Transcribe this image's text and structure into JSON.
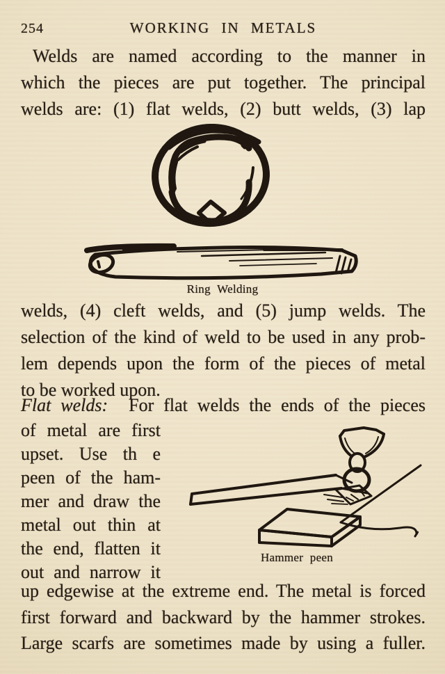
{
  "page": {
    "number": "254",
    "header": "WORKING IN METALS"
  },
  "colors": {
    "paper": "#eee3c8",
    "ink": "#281f16",
    "illustration_line": "#1f1710"
  },
  "paragraph1": {
    "lines": [
      "Welds are named according to the manner in",
      "which the pieces are put together.  The principal",
      "welds are: (1) flat welds, (2) butt welds, (3) lap"
    ]
  },
  "figure_ring": {
    "caption": "Ring Welding",
    "depicts": "ring-with-weld-scarf-and-bar-stock"
  },
  "paragraph2": {
    "lines": [
      "welds, (4) cleft welds, and (5) jump welds.  The",
      "selection of the kind of weld to be used in any prob-",
      "lem depends upon the form of the pieces of metal",
      "to be worked upon."
    ]
  },
  "paragraph3": {
    "lead_italic": "Flat welds:",
    "lead_rest": "For flat welds the ends of the pieces",
    "left_column_lines": [
      "of metal are first",
      "upset.  Use th e",
      "peen of the ham-",
      "mer and draw the",
      "metal out thin at",
      "the end, flatten it",
      "out and narrow it"
    ],
    "bottom_lines": [
      "up edgewise at the extreme end.  The metal is forced",
      "first forward and backward by the hammer strokes.",
      "Large scarfs are sometimes made by using a fuller."
    ]
  },
  "figure_hammer": {
    "caption": "Hammer peen",
    "depicts": "hammer-peening-scarf-on-bar-over-second-bar"
  }
}
